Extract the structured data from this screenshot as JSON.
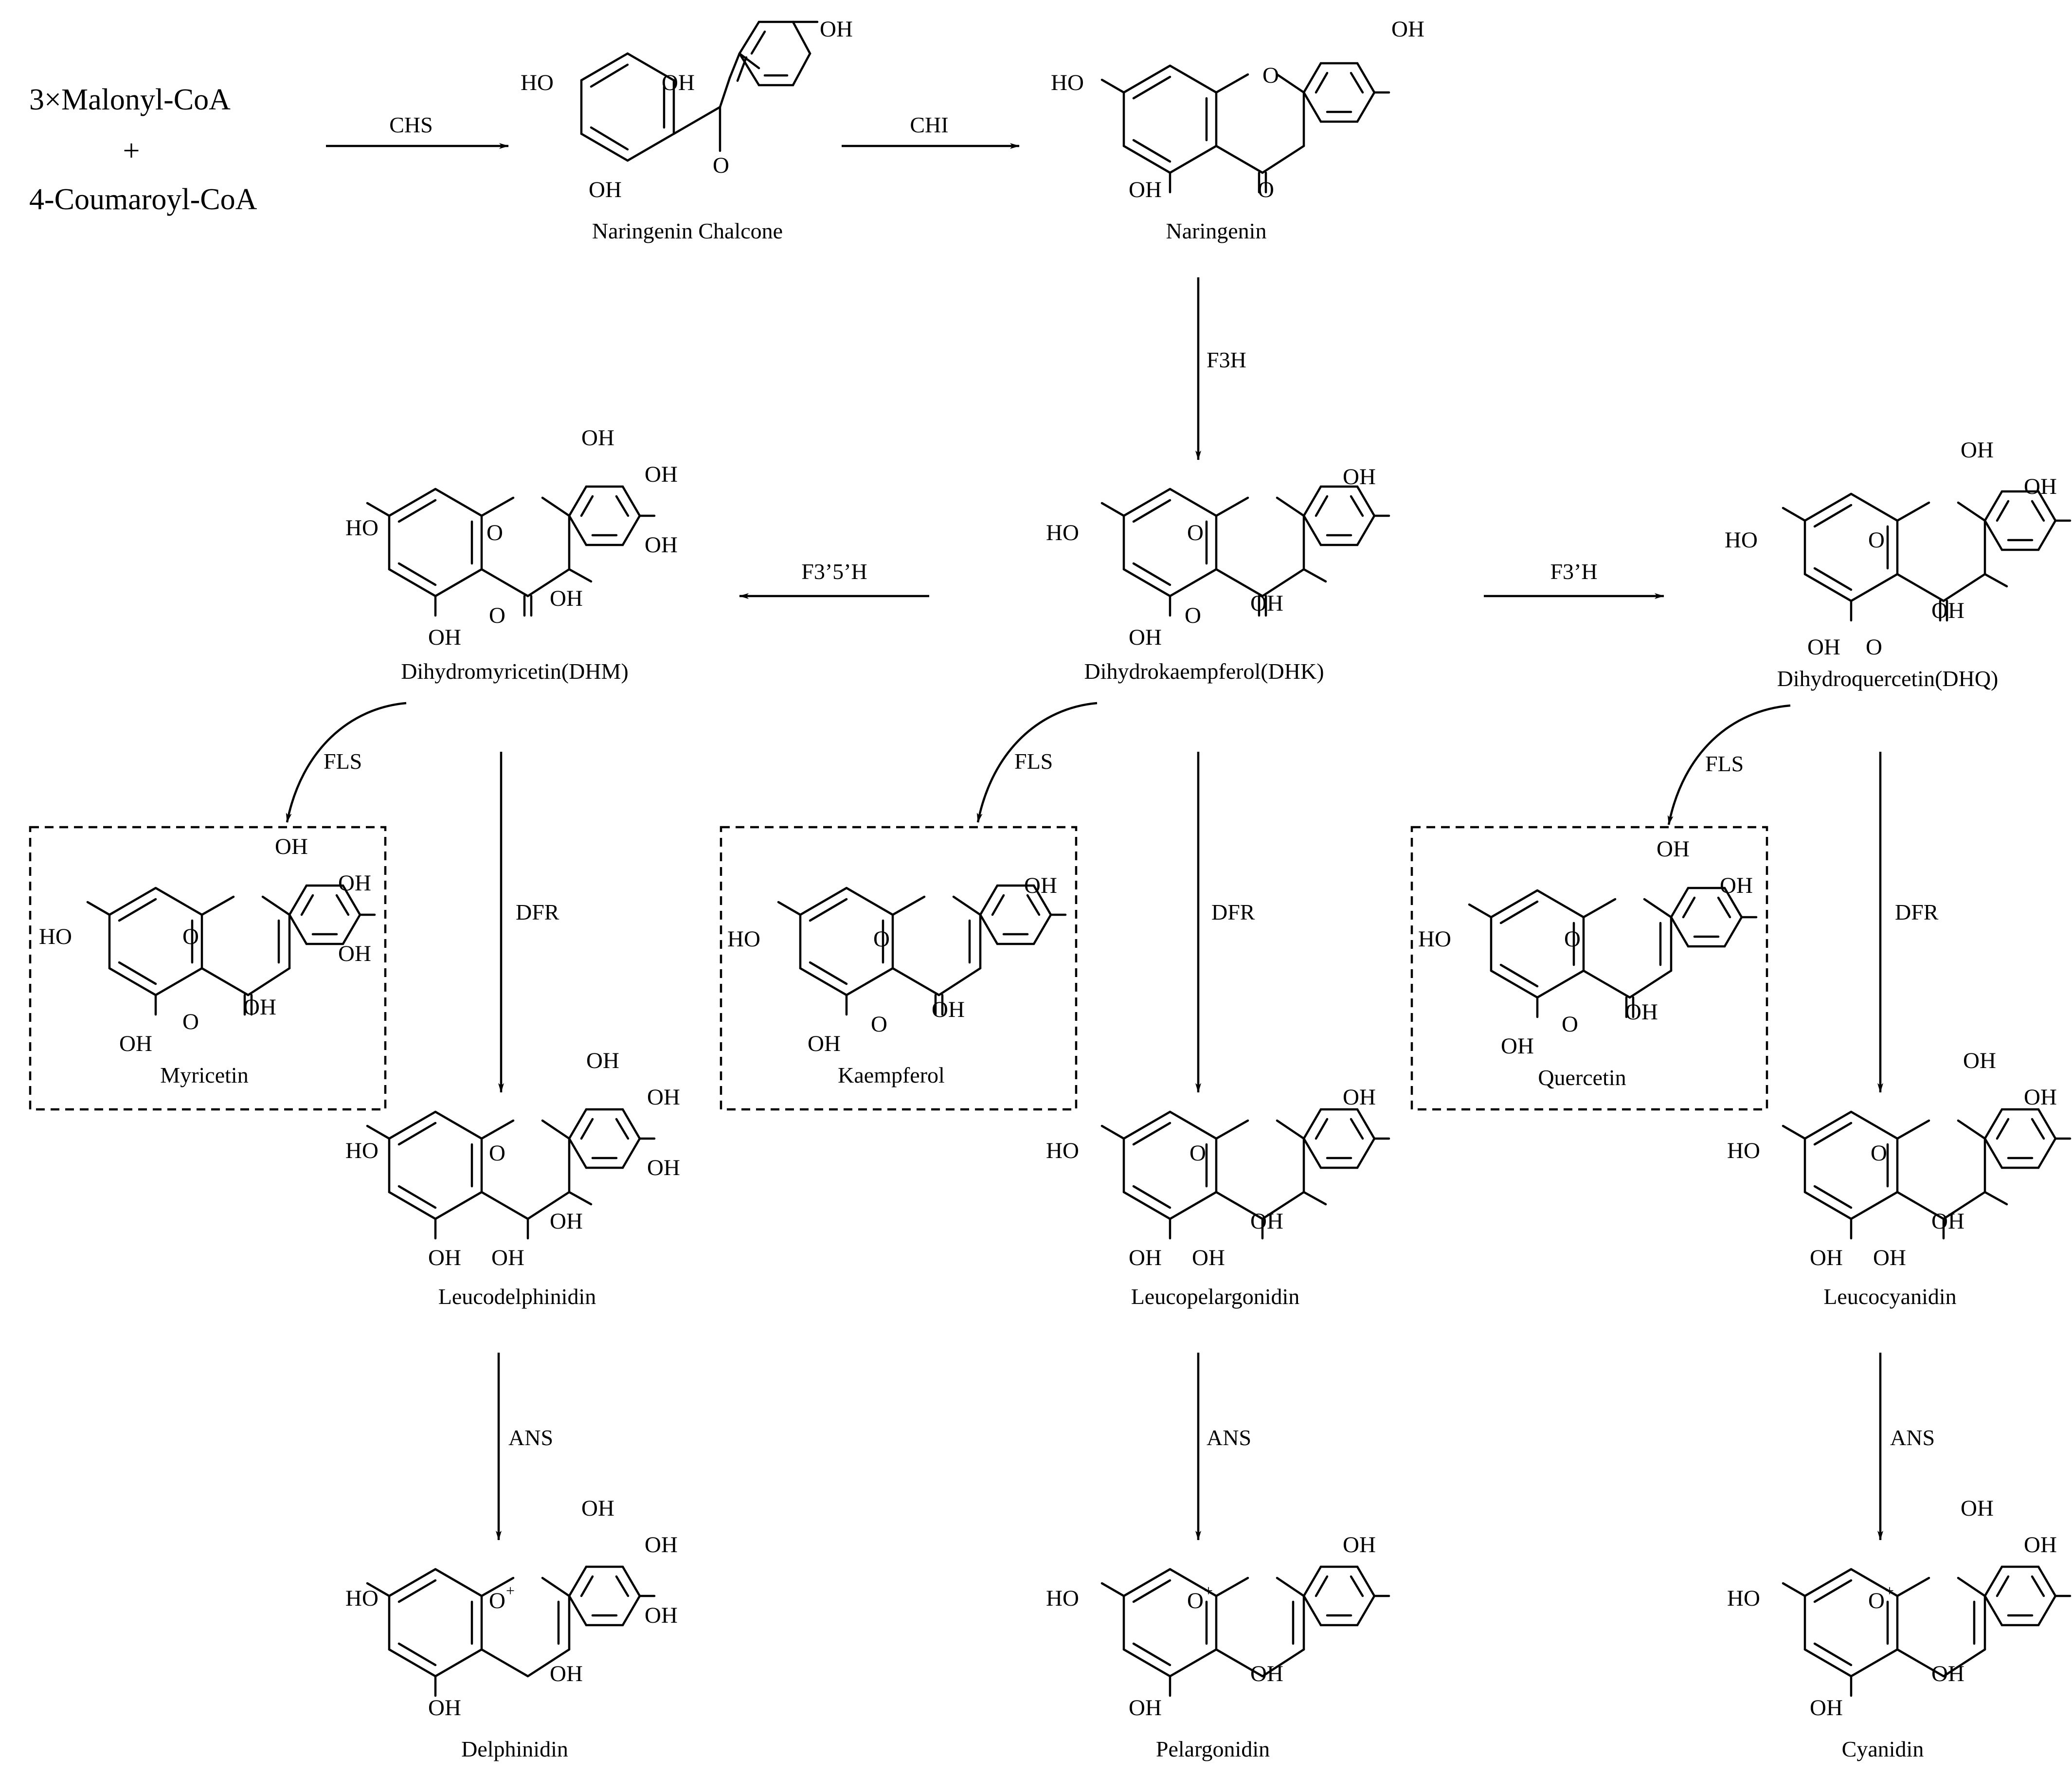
{
  "substrates": {
    "malonyl": "3×Malonyl-CoA",
    "plus": "+",
    "coumaroyl": "4-Coumaroyl-CoA"
  },
  "enzymes": {
    "chs": "CHS",
    "chi": "CHI",
    "f3h": "F3H",
    "f35h": "F3’5’H",
    "f3h_prime": "F3’H",
    "fls": "FLS",
    "dfr": "DFR",
    "ans": "ANS"
  },
  "compounds": {
    "naringenin_chalcone": "Naringenin Chalcone",
    "naringenin": "Naringenin",
    "dhk": "Dihydrokaempferol(DHK)",
    "dhm": "Dihydromyricetin(DHM)",
    "dhq": "Dihydroquercetin(DHQ)",
    "myricetin": "Myricetin",
    "kaempferol": "Kaempferol",
    "quercetin": "Quercetin",
    "leucodelphinidin": "Leucodelphinidin",
    "leucopelargonidin": "Leucopelargonidin",
    "leucocyanidin": "Leucocyanidin",
    "delphinidin": "Delphinidin",
    "pelargonidin": "Pelargonidin",
    "cyanidin": "Cyanidin"
  },
  "atoms": {
    "OH": "OH",
    "HO": "HO",
    "O": "O",
    "O_plus": "O",
    "plus_charge": "+"
  },
  "colors": {
    "text": "#000000",
    "fls": "#e020e0",
    "dfr": "#e01010",
    "delphinidin": "#1010d0",
    "pelargonidin": "#f0a000",
    "cyanidin": "#e0207a"
  }
}
